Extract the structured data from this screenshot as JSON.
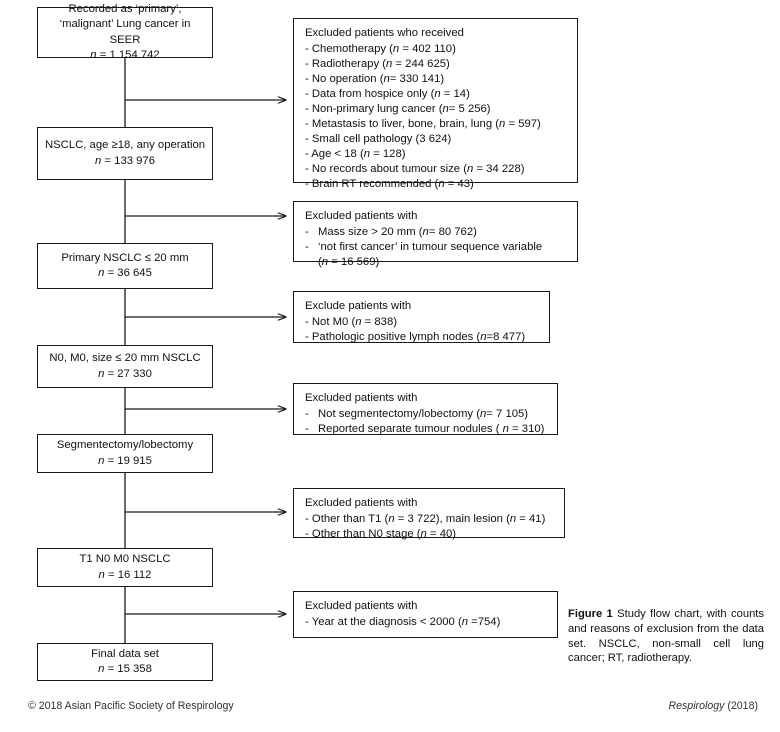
{
  "figure": {
    "caption_label": "Figure 1",
    "caption_text": "Study flow chart, with counts and reasons of exclusion from the data set. NSCLC, non-small cell lung cancer; RT, radiotherapy."
  },
  "footer": {
    "copyright": "© 2018 Asian Pacific Society of Respirology",
    "journal": "Respirology",
    "journal_year": "(2018)"
  },
  "flow": {
    "main_boxes": [
      {
        "id": "seer-source",
        "line1": "Recorded as ‘primary’,",
        "line2": "‘malignant’ Lung cancer in SEER",
        "n_label": "n",
        "n_value": "= 1 154 742"
      },
      {
        "id": "nsclc-any-operation",
        "line1": "NSCLC, age ≥18, any operation",
        "line2": "",
        "n_label": "n",
        "n_value": "= 133 976"
      },
      {
        "id": "primary-nsclc-20mm",
        "line1": "Primary NSCLC ≤ 20 mm",
        "line2": "",
        "n_label": "n",
        "n_value": "= 36 645"
      },
      {
        "id": "n0-m0-20mm-nsclc",
        "line1": "N0, M0, size ≤ 20 mm NSCLC",
        "line2": "",
        "n_label": "n",
        "n_value": "= 27 330"
      },
      {
        "id": "segmentectomy-lobectomy",
        "line1": "Segmentectomy/lobectomy",
        "line2": "",
        "n_label": "n",
        "n_value": "= 19 915"
      },
      {
        "id": "t1-n0-m0-nsclc",
        "line1": "T1 N0 M0 NSCLC",
        "line2": "",
        "n_label": "n",
        "n_value": "= 16 112"
      },
      {
        "id": "final-data-set",
        "line1": "Final data set",
        "line2": "",
        "n_label": "n",
        "n_value": "= 15 358"
      }
    ],
    "exclusion_boxes": [
      {
        "id": "excl-treatment",
        "header": "Excluded patients who received",
        "items": [
          {
            "text": "- Chemotherapy (",
            "n": "n",
            "tail": " = 402 110)"
          },
          {
            "text": "- Radiotherapy (",
            "n": "n",
            "tail": " = 244 625)"
          },
          {
            "text": "- No operation (",
            "n": "n",
            "tail": "= 330 141)"
          },
          {
            "text": "- Data from hospice only (",
            "n": "n",
            "tail": " = 14)"
          },
          {
            "text": "- Non-primary lung cancer (",
            "n": "n",
            "tail": "= 5 256)"
          },
          {
            "text": "- Metastasis to liver, bone, brain, lung (",
            "n": "n",
            "tail": " = 597)"
          },
          {
            "text": "- Small cell pathology (3 624)",
            "n": "",
            "tail": ""
          },
          {
            "text": "- Age < 18 (",
            "n": "n",
            "tail": " = 128)"
          },
          {
            "text": "- No records about tumour size (",
            "n": "n",
            "tail": " = 34 228)"
          },
          {
            "text": "- Brain RT recommended (",
            "n": "n",
            "tail": " = 43)"
          }
        ]
      },
      {
        "id": "excl-size-sequence",
        "header": "Excluded patients with",
        "items": [
          {
            "text": "Mass size > 20 mm (",
            "n": "n",
            "tail": "= 80 762)"
          },
          {
            "text": "‘not first cancer’ in tumour sequence variable",
            "n": "",
            "tail": "",
            "second_line_pre": "(",
            "second_line_n": "n",
            "second_line_tail": " = 16 569)"
          }
        ]
      },
      {
        "id": "excl-m0-nodes",
        "header": "Exclude patients with",
        "items": [
          {
            "text": "- Not M0 (",
            "n": "n",
            "tail": " = 838)"
          },
          {
            "text": "- Pathologic positive lymph nodes (",
            "n": "n",
            "tail": "=8 477)"
          }
        ]
      },
      {
        "id": "excl-surgery-type",
        "header": "Excluded patients with",
        "items": [
          {
            "text": "Not segmentectomy/lobectomy (",
            "n": "n",
            "tail": "= 7 105)"
          },
          {
            "text": "Reported separate tumour nodules ( ",
            "n": "n",
            "tail": " = 310)"
          }
        ]
      },
      {
        "id": "excl-stage",
        "header": "Excluded patients with",
        "items": [
          {
            "text": "- Other than T1 (",
            "n": "n",
            "tail": " = 3 722), main lesion (",
            "n2": "n",
            "tail2": " = 41)"
          },
          {
            "text": "- Other than N0 stage (",
            "n": "n",
            "tail": " = 40)"
          }
        ]
      },
      {
        "id": "excl-year",
        "header": "Excluded patients with",
        "items": [
          {
            "text": "- Year at the diagnosis < 2000 (",
            "n": "n",
            "tail": " =754)"
          }
        ]
      }
    ]
  }
}
